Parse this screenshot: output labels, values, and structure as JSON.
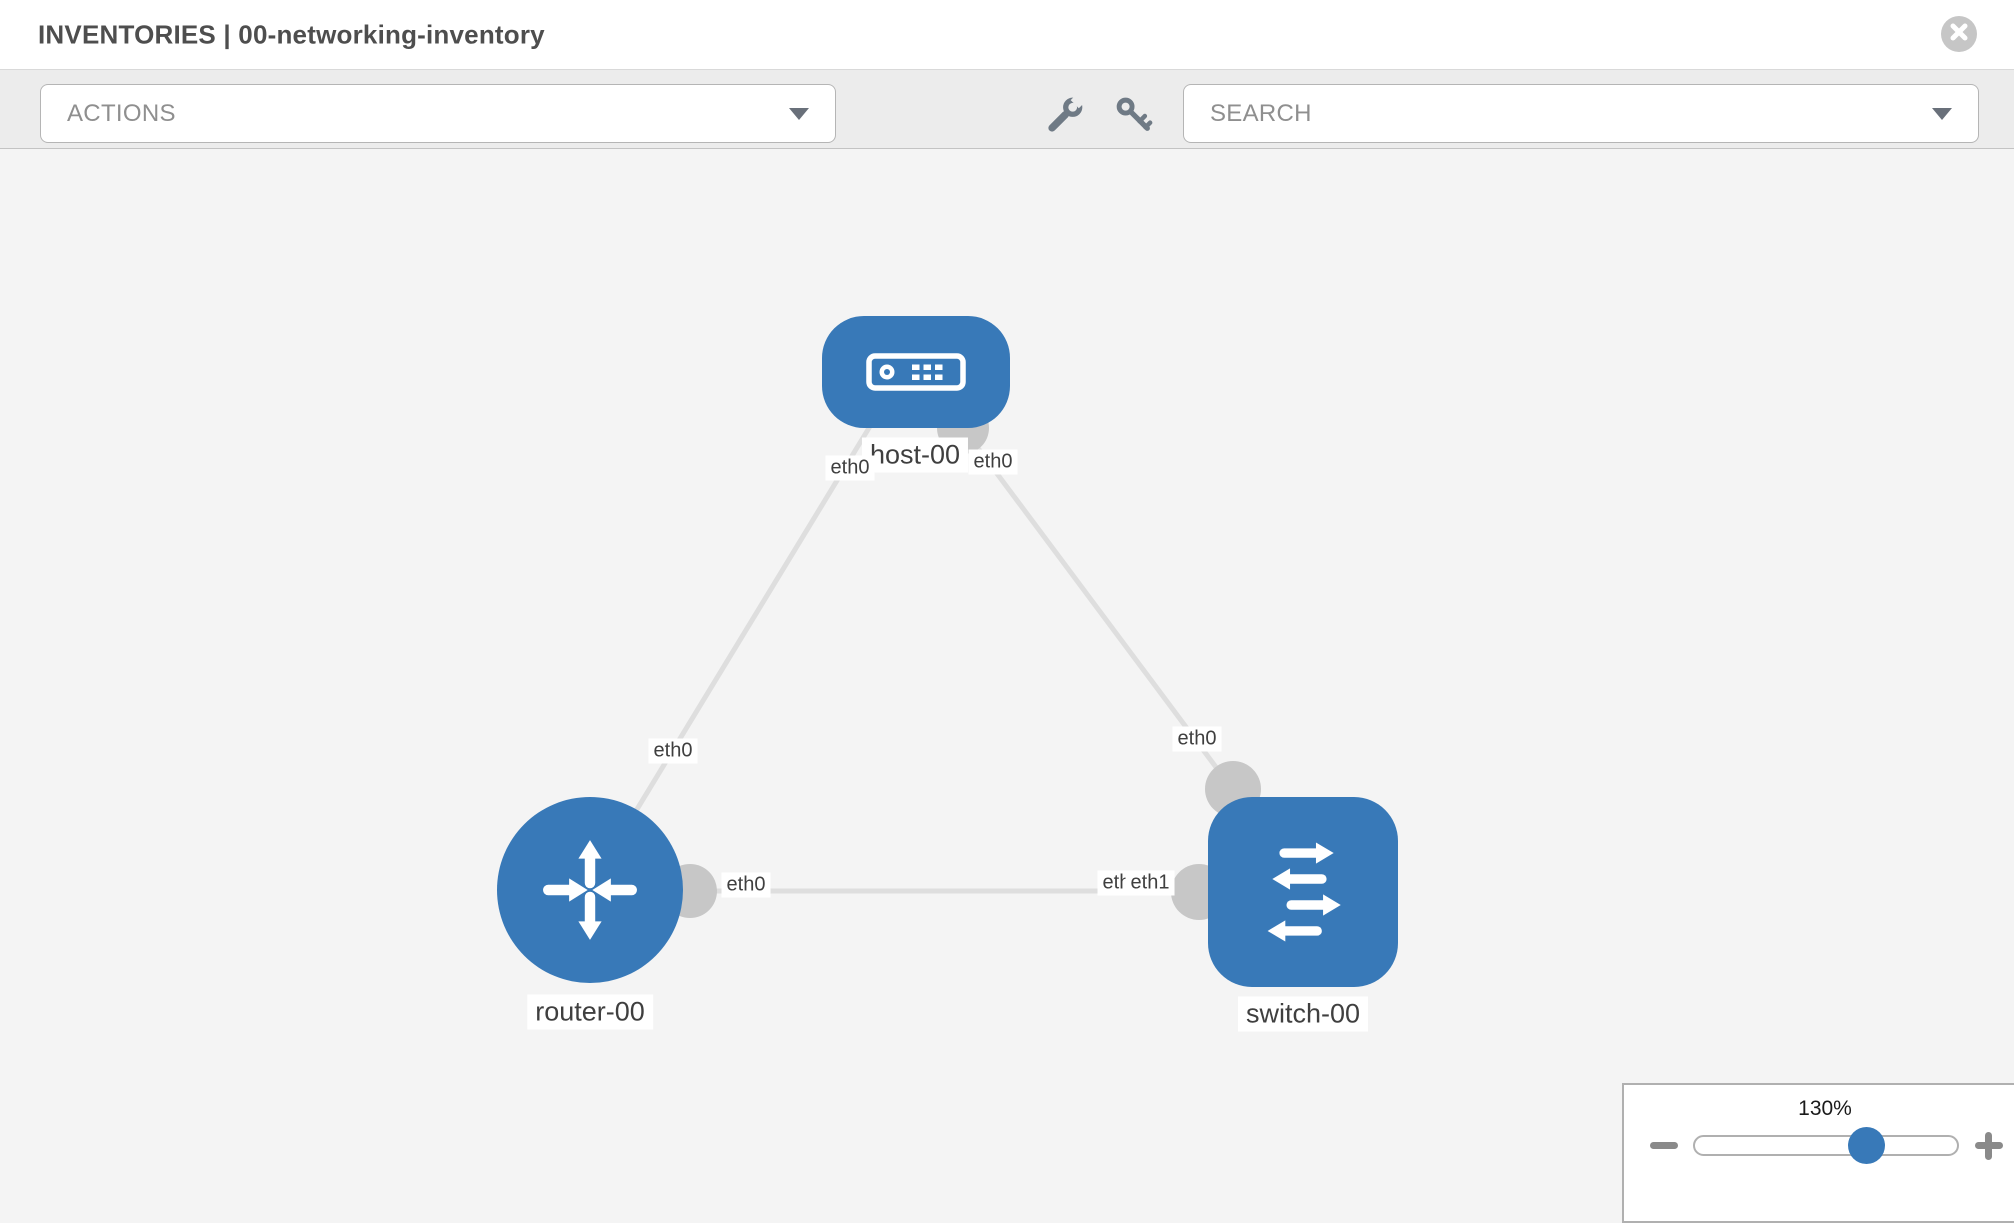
{
  "header": {
    "title": "INVENTORIES | 00-networking-inventory",
    "close_icon": "circle-x-icon"
  },
  "toolbar": {
    "actions_label": "ACTIONS",
    "search_placeholder": "SEARCH",
    "icons": [
      "wrench-icon",
      "key-icon"
    ]
  },
  "graph": {
    "nodes": {
      "host": {
        "label": "host-00",
        "type": "host",
        "icon": "server-icon",
        "color": "#3879b8"
      },
      "router": {
        "label": "router-00",
        "type": "router",
        "icon": "router-arrows-icon",
        "color": "#3879b8"
      },
      "switch": {
        "label": "switch-00",
        "type": "switch",
        "icon": "switch-arrows-icon",
        "color": "#3879b8"
      }
    },
    "interface_labels": {
      "host_left": "eth0",
      "host_right": "eth0",
      "router_top": "eth0",
      "switch_top": "eth0",
      "router_right": "eth0",
      "switch_left_back": "eth0",
      "switch_left_front": "eth1"
    },
    "links": [
      {
        "source": "host-00",
        "source_interface": "eth0",
        "target": "router-00",
        "target_interface": "eth0"
      },
      {
        "source": "host-00",
        "source_interface": "eth0",
        "target": "switch-00",
        "target_interface": "eth0"
      },
      {
        "source": "router-00",
        "source_interface": "eth0",
        "target": "switch-00",
        "target_interface": "eth1"
      }
    ]
  },
  "zoom_control": {
    "level": "130%",
    "icons": [
      "minus-icon",
      "plus-icon"
    ]
  },
  "colors": {
    "node_blue": "#3879b8",
    "edge_gray": "#dedede",
    "interface_dot_gray": "#c7c7c7",
    "toolbar_bg": "#ececec",
    "canvas_bg": "#f4f4f4",
    "header_bg": "#ffffff",
    "title_text": "#4e4e4e",
    "muted_text": "#8f8f8f"
  }
}
